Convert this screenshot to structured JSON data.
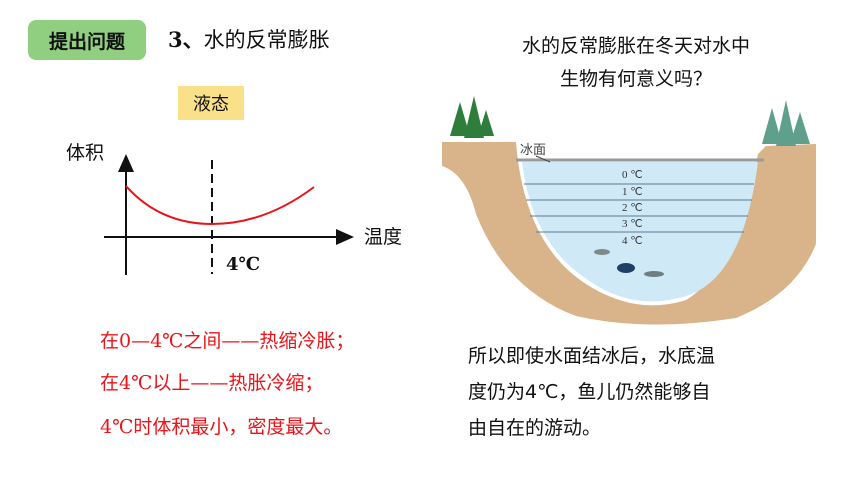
{
  "tag": "提出问题",
  "heading": {
    "prefix": "3、",
    "title": "水的反常膨胀"
  },
  "state_label": "液态",
  "graph": {
    "ylabel": "体积",
    "xlabel": "温度",
    "marker": "4℃"
  },
  "rules": [
    "在0—4℃之间——热缩冷胀；",
    "在4℃以上——热胀冷缩；",
    "4℃时体积最小，密度最大。"
  ],
  "question": [
    "水的反常膨胀在冬天对水中",
    "生物有何意义吗？"
  ],
  "lake": {
    "ice_label": "冰面",
    "layers": [
      "0 ℃",
      "1 ℃",
      "2 ℃",
      "3 ℃",
      "4 ℃"
    ]
  },
  "explanation": [
    "所以即使水面结冰后，水底温",
    "度仍为4℃，鱼儿仍然能够自",
    "由自在的游动。"
  ],
  "colors": {
    "tag_bg": "#8fcf7f",
    "state_bg": "#fbe08a",
    "rule_text": "#e8141a",
    "curve": "#e8141a",
    "water": "#cfe9f7",
    "ground": "#d9b48a"
  }
}
